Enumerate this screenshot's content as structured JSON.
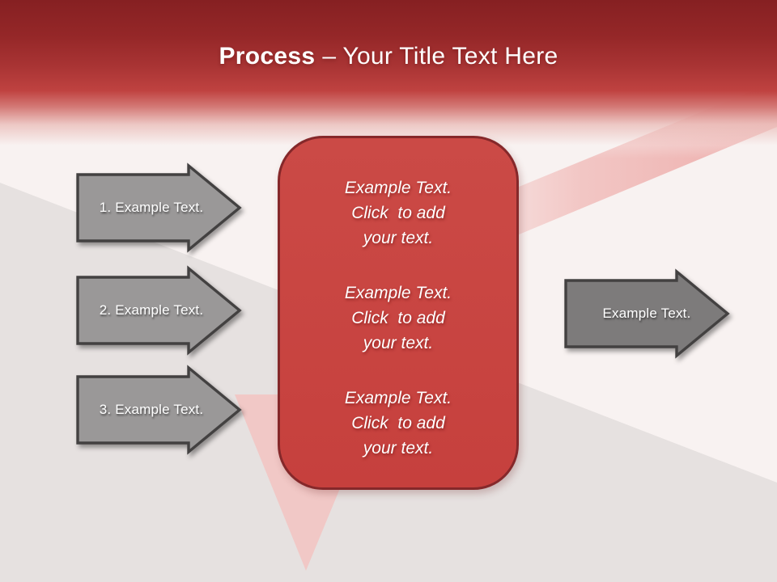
{
  "slide": {
    "title": {
      "bold": "Process",
      "rest": "– Your Title Text Here"
    },
    "left_arrows": [
      {
        "label": "1. Example Text."
      },
      {
        "label": "2. Example Text."
      },
      {
        "label": "3. Example Text."
      }
    ],
    "center_box": {
      "paragraphs": [
        {
          "lines": [
            "Example Text.",
            "Click  to add",
            "your text."
          ]
        },
        {
          "lines": [
            "Example Text.",
            "Click  to add",
            "your text."
          ]
        },
        {
          "lines": [
            "Example Text.",
            "Click  to add",
            "your text."
          ]
        }
      ]
    },
    "right_arrow": {
      "label": "Example Text."
    },
    "colors": {
      "header_red_top": "#862022",
      "header_red_bottom": "#bf4240",
      "panel_fill": "#c9433f",
      "panel_border": "#85282a",
      "left_arrow_fill": "#9a9898",
      "right_arrow_fill": "#7d7b7b",
      "arrow_stroke": "#434141",
      "background_base": "#f8f2f1",
      "background_wedge": "#e6e1e0",
      "background_pink": "#f2c5c3"
    }
  }
}
